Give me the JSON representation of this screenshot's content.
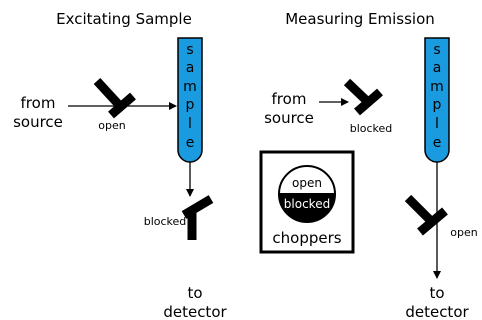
{
  "left_panel": {
    "title": "Excitating Sample",
    "from_label": [
      "from",
      "source"
    ],
    "chopper_state": "open",
    "lower_chopper_state": "blocked",
    "to_label": [
      "to",
      "detector"
    ],
    "tube_letters": [
      "s",
      "a",
      "m",
      "p",
      "l",
      "e"
    ]
  },
  "right_panel": {
    "title": "Measuring Emission",
    "from_label": [
      "from",
      "source"
    ],
    "chopper_state": "blocked",
    "lower_chopper_state": "open",
    "to_label": [
      "to",
      "detector"
    ],
    "tube_letters": [
      "s",
      "a",
      "m",
      "p",
      "l",
      "e"
    ]
  },
  "legend": {
    "top_text": "open",
    "bottom_text": "blocked",
    "caption": "choppers"
  },
  "colors": {
    "tube_fill": "#1a9be0",
    "ink": "#000000"
  }
}
